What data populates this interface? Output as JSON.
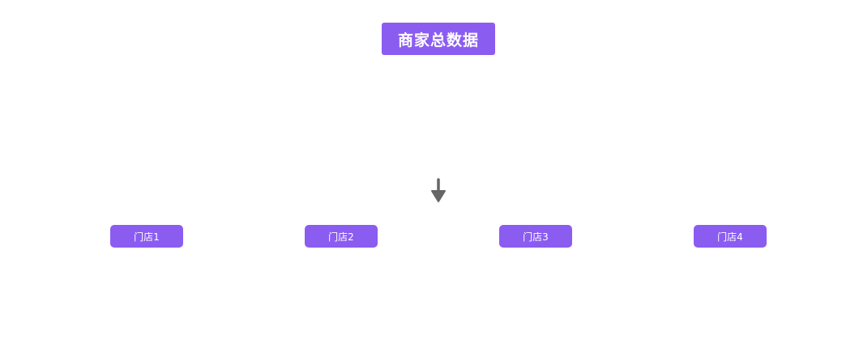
{
  "title": "商家总数据",
  "stores": [
    "门店1",
    "门店2",
    "门店3",
    "门店4"
  ],
  "colors": {
    "node": "#8b5cf0",
    "arrow": "#666666"
  }
}
